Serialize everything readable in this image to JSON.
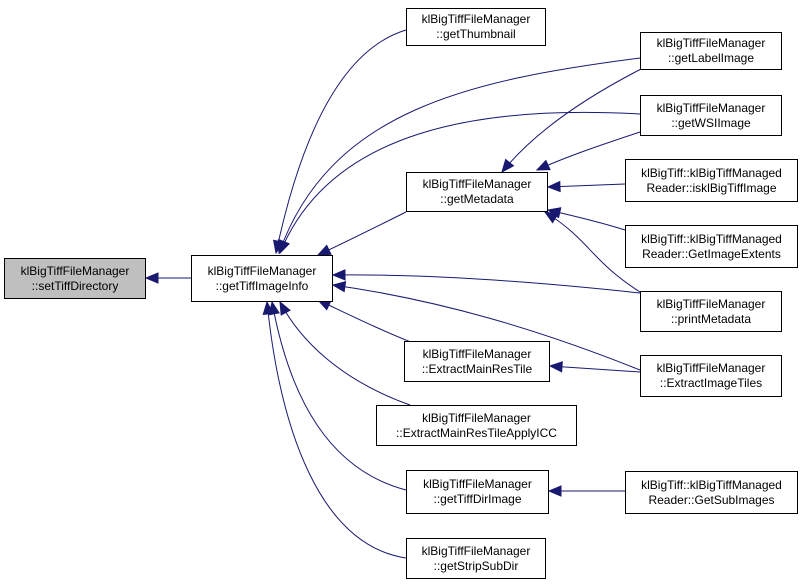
{
  "nodes": {
    "setTiffDirectory": {
      "line1": "klBigTiffFileManager",
      "line2": "::setTiffDirectory"
    },
    "getTiffImageInfo": {
      "line1": "klBigTiffFileManager",
      "line2": "::getTiffImageInfo"
    },
    "getThumbnail": {
      "line1": "klBigTiffFileManager",
      "line2": "::getThumbnail"
    },
    "getMetadata": {
      "line1": "klBigTiffFileManager",
      "line2": "::getMetadata"
    },
    "ExtractMainResTile": {
      "line1": "klBigTiffFileManager",
      "line2": "::ExtractMainResTile"
    },
    "ExtractMainResTileApplyICC": {
      "line1": "klBigTiffFileManager",
      "line2": "::ExtractMainResTileApplyICC"
    },
    "getTiffDirImage": {
      "line1": "klBigTiffFileManager",
      "line2": "::getTiffDirImage"
    },
    "getStripSubDir": {
      "line1": "klBigTiffFileManager",
      "line2": "::getStripSubDir"
    },
    "getLabelImage": {
      "line1": "klBigTiffFileManager",
      "line2": "::getLabelImage"
    },
    "getWSIImage": {
      "line1": "klBigTiffFileManager",
      "line2": "::getWSIImage"
    },
    "isklBigTiffImage": {
      "line1": "klBigTiff::klBigTiffManaged",
      "line2": "Reader::isklBigTiffImage"
    },
    "GetImageExtents": {
      "line1": "klBigTiff::klBigTiffManaged",
      "line2": "Reader::GetImageExtents"
    },
    "printMetadata": {
      "line1": "klBigTiffFileManager",
      "line2": "::printMetadata"
    },
    "ExtractImageTiles": {
      "line1": "klBigTiffFileManager",
      "line2": "::ExtractImageTiles"
    },
    "GetSubImages": {
      "line1": "klBigTiff::klBigTiffManaged",
      "line2": "Reader::GetSubImages"
    }
  },
  "colors": {
    "edge": "#191970",
    "root_fill": "#bfbfbf",
    "node_fill": "#ffffff"
  }
}
